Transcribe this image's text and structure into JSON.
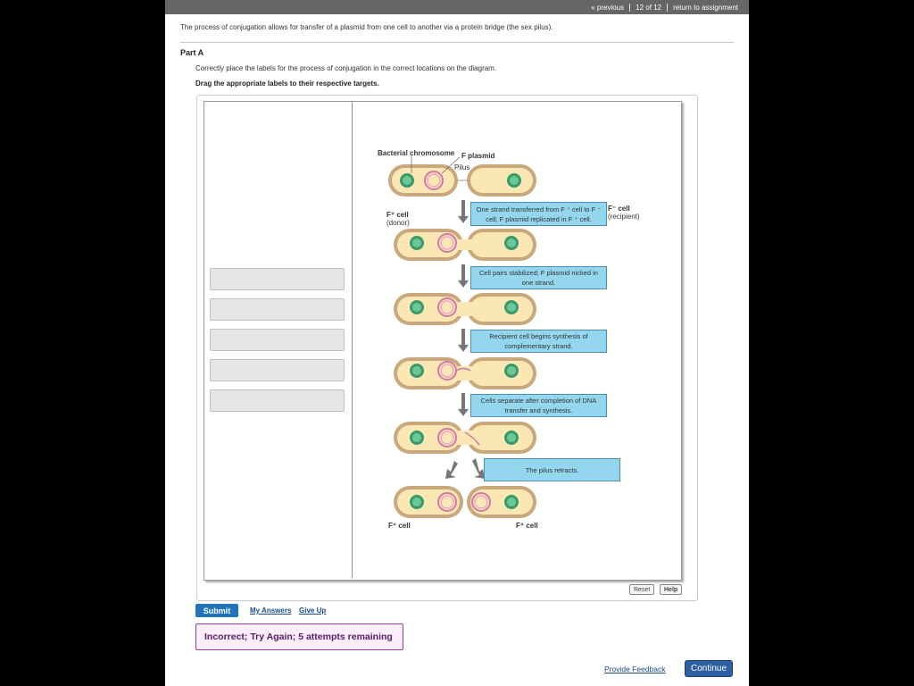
{
  "nav": {
    "previous": "« previous",
    "counter": "12 of 12",
    "return": "return to assignment"
  },
  "intro": "The process of conjugation allows for transfer of a plasmid from one cell to another via a protein bridge (the sex pilus).",
  "part_a": {
    "title": "Part A",
    "instruction": "Correctly place the labels for the process of conjugation in the correct locations on the diagram.",
    "drag_instruction": "Drag the appropriate labels to their respective targets."
  },
  "diagram": {
    "labels": {
      "bacterial_chromosome": "Bacterial chromosome",
      "f_plasmid": "F plasmid",
      "pilus": "Pilus",
      "f_plus_cell": "F⁺ cell",
      "donor": "(donor)",
      "f_minus_cell": "F⁻ cell",
      "recipient": "(recipient)",
      "bottom_left": "F⁺ cell",
      "bottom_right": "F⁺ cell"
    },
    "steps": [
      "One strand transferred from F ⁺ cell to F ⁻ cell; F plasmid replicated in F ⁺ cell.",
      "Cell pairs stabilized; F plasmid nicked in one strand.",
      "Recipient cell begins synthesis of complementary strand.",
      "Cells separate after completion of DNA transfer and synthesis.",
      "The pilus retracts."
    ]
  },
  "buttons": {
    "reset": "Reset",
    "help": "Help",
    "submit": "Submit",
    "my_answers": "My Answers",
    "give_up": "Give Up",
    "continue": "Continue"
  },
  "feedback": "Incorrect; Try Again; 5 attempts remaining",
  "provide_feedback": "Provide Feedback",
  "colors": {
    "target_fill": "#93d6ee",
    "submit": "#2175b8",
    "continue": "#2e5fa3",
    "feedback_border": "#a03aa0"
  }
}
